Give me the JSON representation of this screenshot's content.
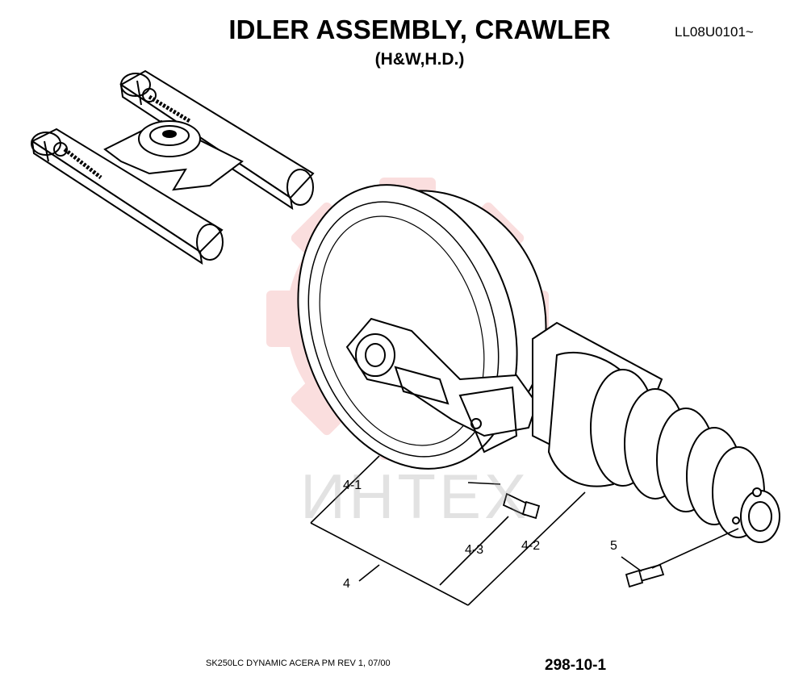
{
  "header": {
    "title": "IDLER ASSEMBLY, CRAWLER",
    "subtitle": "(H&W,H.D.)",
    "serial": "LL08U0101~"
  },
  "callouts": {
    "p4_1": "4-1",
    "p4_2": "4-2",
    "p4_3": "4-3",
    "p4": "4",
    "p5": "5"
  },
  "watermark": {
    "text": "ИНТЕХ",
    "color": "#e23a3a"
  },
  "footer": {
    "doc": "SK250LC DYNAMIC ACERA PM REV  1, 07/00",
    "page": "298-10-1"
  }
}
